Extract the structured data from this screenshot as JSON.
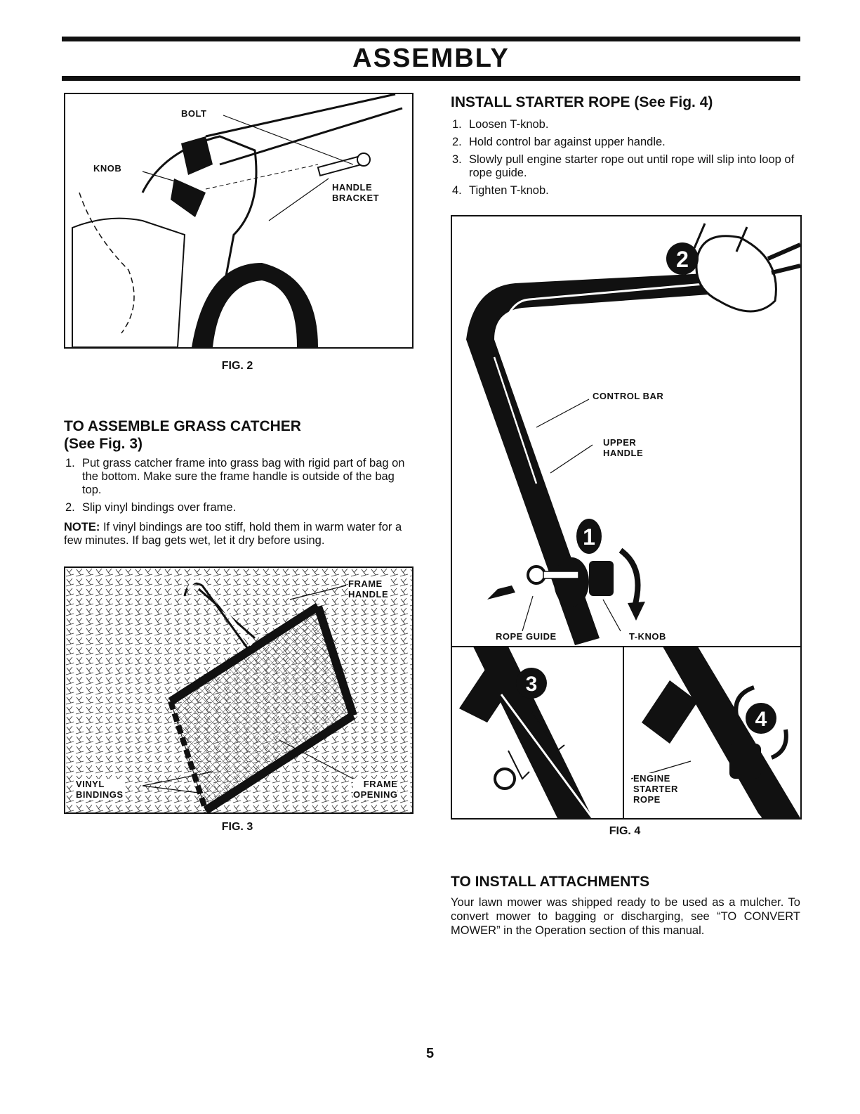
{
  "header": {
    "title": "ASSEMBLY"
  },
  "fig2": {
    "caption": "FIG. 2",
    "labels": {
      "bolt": "BOLT",
      "knob": "KNOB",
      "handle_bracket": "HANDLE\nBRACKET"
    }
  },
  "grass_catcher": {
    "heading": "TO ASSEMBLE GRASS CATCHER\n(See Fig. 3)",
    "steps": [
      {
        "num": "1.",
        "text": "Put grass catcher frame into grass bag with rigid part of bag on the bottom. Make sure the frame handle is outside of the bag top."
      },
      {
        "num": "2.",
        "text": "Slip vinyl bindings over frame."
      }
    ],
    "note_label": "NOTE:",
    "note_text": "If vinyl bindings are too stiff, hold them in warm water for a few minutes. If bag gets wet, let it dry before using."
  },
  "fig3": {
    "caption": "FIG. 3",
    "labels": {
      "frame_handle": "FRAME\nHANDLE",
      "vinyl_bindings": "VINYL\nBINDINGS",
      "frame_opening": "FRAME\nOPENING"
    }
  },
  "starter_rope": {
    "heading": "INSTALL STARTER ROPE (See Fig. 4)",
    "steps": [
      {
        "num": "1.",
        "text": "Loosen T-knob."
      },
      {
        "num": "2.",
        "text": "Hold control bar against upper handle."
      },
      {
        "num": "3.",
        "text": "Slowly pull engine starter rope out until rope will slip into loop of rope guide."
      },
      {
        "num": "4.",
        "text": "Tighten T-knob."
      }
    ]
  },
  "fig4": {
    "caption": "FIG. 4",
    "labels": {
      "control_bar": "CONTROL BAR",
      "upper_handle": "UPPER\nHANDLE",
      "rope_guide": "ROPE GUIDE",
      "t_knob": "T-KNOB",
      "engine_starter_rope": "ENGINE\nSTARTER\nROPE"
    },
    "step_markers": [
      "1",
      "2",
      "3",
      "4"
    ]
  },
  "attachments": {
    "heading": "TO INSTALL ATTACHMENTS",
    "text": "Your lawn mower was shipped ready to be used as a mulcher. To convert mower to bagging or discharging, see “TO CONVERT MOWER” in the Operation section of this manual."
  },
  "page_number": "5"
}
